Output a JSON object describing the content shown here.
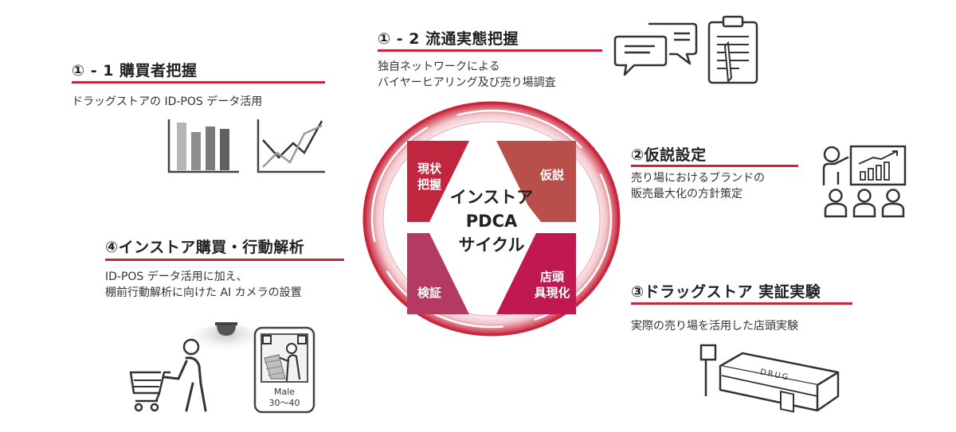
{
  "sections": {
    "s1_1": {
      "title": "① - 1 購買者把握",
      "desc": [
        "ドラッグストアの ID-POS データ活用"
      ]
    },
    "s1_2": {
      "title": "① - 2 流通実態把握",
      "desc": [
        "独自ネットワークによる",
        "バイヤーヒアリング及び売り場調査"
      ]
    },
    "s2": {
      "title": "②仮説設定",
      "desc": [
        "売り場におけるブランドの",
        "販売最大化の方針策定"
      ]
    },
    "s3": {
      "title": "③ドラッグストア 実証実験",
      "desc": [
        "実際の売り場を活用した店頭実験"
      ]
    },
    "s4": {
      "title": "④インストア購買・行動解析",
      "desc": [
        "ID-POS データ活用に加え、",
        "棚前行動解析に向けた AI カメラの設置"
      ]
    }
  },
  "cycle": {
    "center": [
      "インストア",
      "PDCA",
      "サイクル"
    ],
    "quadrants": {
      "top_left": {
        "label": [
          "現状",
          "把握"
        ],
        "color": "#c0263d"
      },
      "top_right": {
        "label": [
          "仮説"
        ],
        "color": "#b84f4a"
      },
      "bottom_left": {
        "label": [
          "検証"
        ],
        "color": "#b23a63"
      },
      "bottom_right": {
        "label": [
          "店頭",
          "具現化"
        ],
        "color": "#c01850"
      }
    },
    "ring_color": "#c8243a"
  },
  "camera_screen": {
    "label": "Male",
    "age": "30～40"
  },
  "store_sign": "DRUG",
  "icons": [
    "bar-chart-icon",
    "line-chart-icon",
    "speech-bubbles-icon",
    "clipboard-icon",
    "presenter-icon",
    "audience-icon",
    "shopper-cart-icon",
    "ceiling-camera-icon",
    "camera-screen-icon",
    "drugstore-icon"
  ]
}
